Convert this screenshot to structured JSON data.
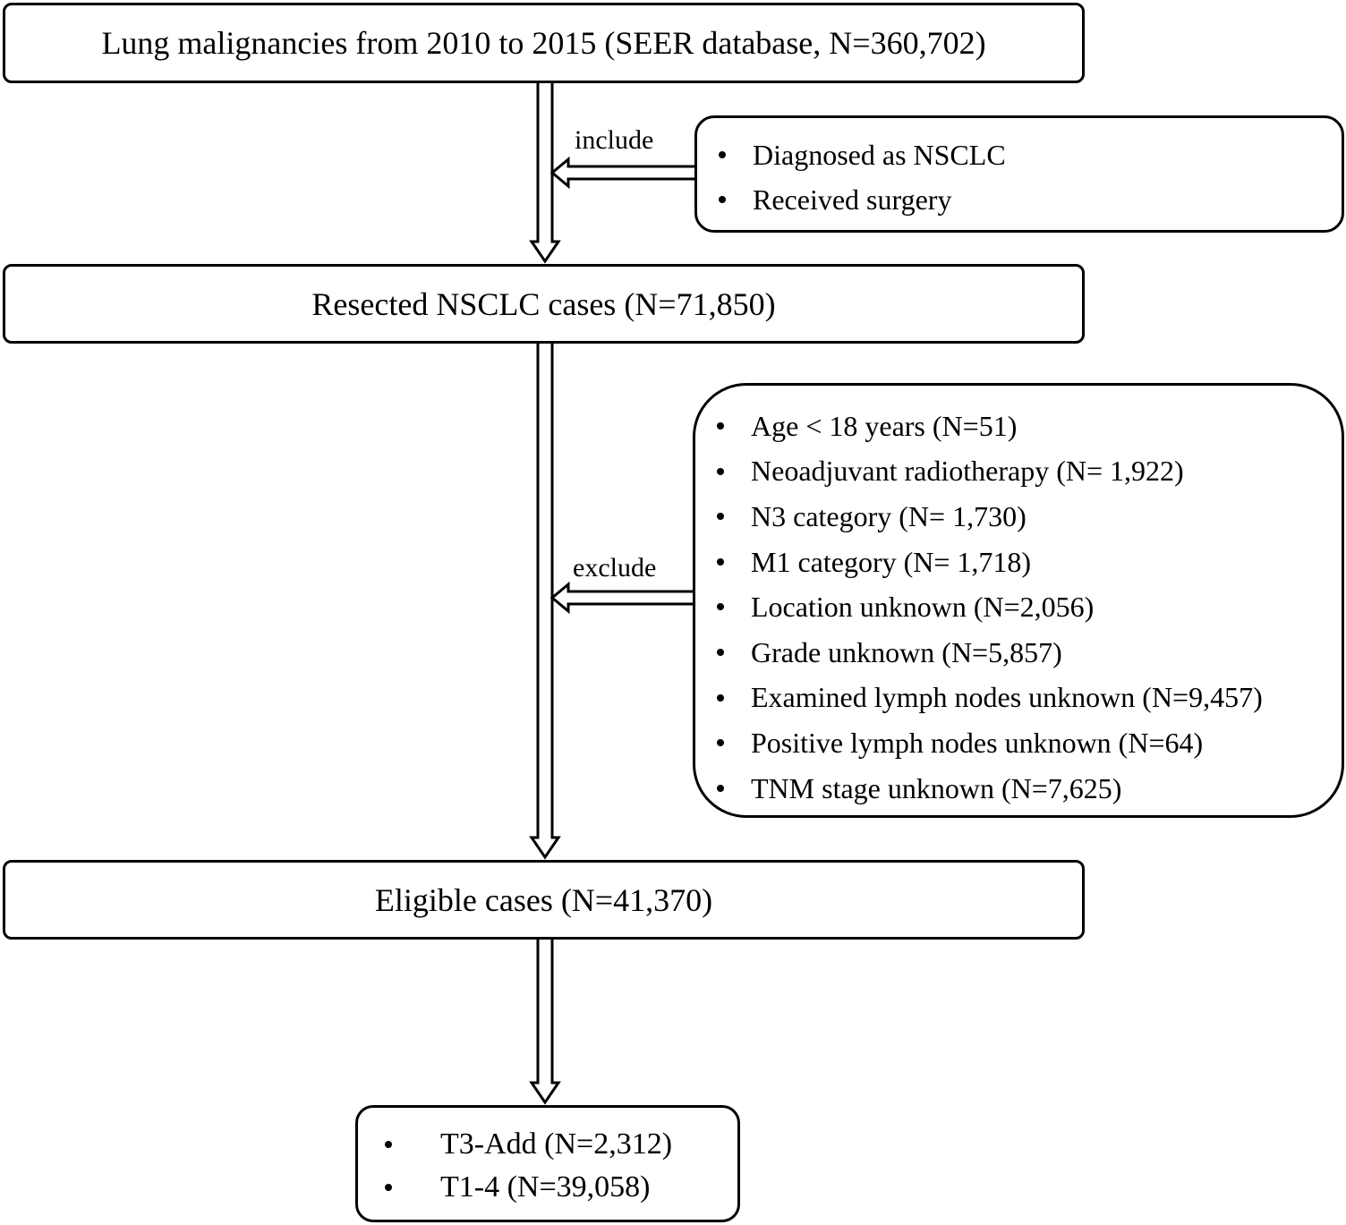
{
  "nodes": {
    "source": {
      "text": "Lung malignancies from 2010 to 2015 (SEER database, N=360,702)"
    },
    "resected": {
      "text": "Resected NSCLC cases (N=71,850)"
    },
    "eligible": {
      "text": "Eligible cases (N=41,370)"
    }
  },
  "include": {
    "label": "include",
    "items": [
      "Diagnosed as NSCLC",
      "Received surgery"
    ]
  },
  "exclude": {
    "label": "exclude",
    "items": [
      "Age < 18 years (N=51)",
      "Neoadjuvant radiotherapy (N= 1,922)",
      "N3 category (N= 1,730)",
      "M1 category (N= 1,718)",
      "Location unknown (N=2,056)",
      "Grade unknown (N=5,857)",
      "Examined lymph nodes unknown (N=9,457)",
      "Positive lymph nodes unknown (N=64)",
      "TNM stage unknown (N=7,625)"
    ]
  },
  "groups": {
    "items": [
      "T3-Add (N=2,312)",
      "T1-4 (N=39,058)"
    ]
  },
  "colors": {
    "stroke": "#000000",
    "background": "#ffffff"
  }
}
